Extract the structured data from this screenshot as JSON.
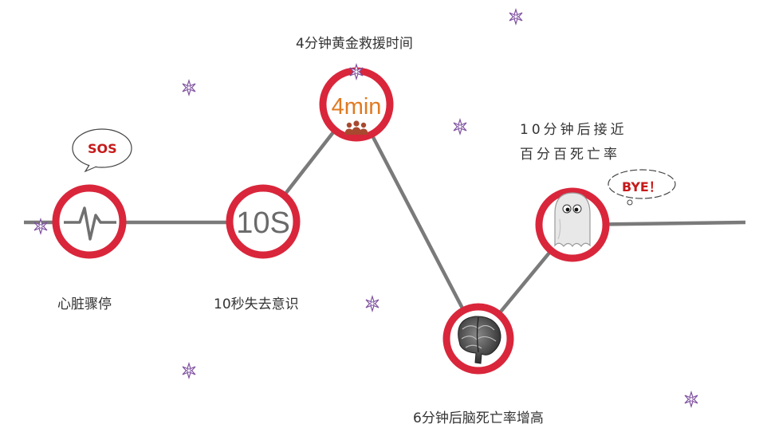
{
  "nodes": [
    {
      "id": "cardiac-arrest",
      "icon": "heartbeat-pulse-icon",
      "label": "心脏骤停",
      "bubble": "SOS"
    },
    {
      "id": "ten-seconds",
      "text": "10S",
      "label": "10秒失去意识"
    },
    {
      "id": "four-min",
      "text": "4min",
      "icon": "people-icon",
      "label": "4分钟黄金救援时间"
    },
    {
      "id": "six-min",
      "icon": "brain-icon",
      "label": "6分钟后脑死亡率增高"
    },
    {
      "id": "ten-min",
      "icon": "ghost-icon",
      "label_lines": [
        "10分钟后接近",
        "百分百死亡率"
      ],
      "bubble": "BYE！"
    }
  ],
  "colors": {
    "ring": "#d9263b",
    "line": "#7a7a7a",
    "text": "#333333",
    "orange": "#e07a22",
    "bubble_text": "#c61a1a",
    "star": "#7d4e9e"
  },
  "decor": {
    "star_icon": "sparkle-star-icon"
  }
}
